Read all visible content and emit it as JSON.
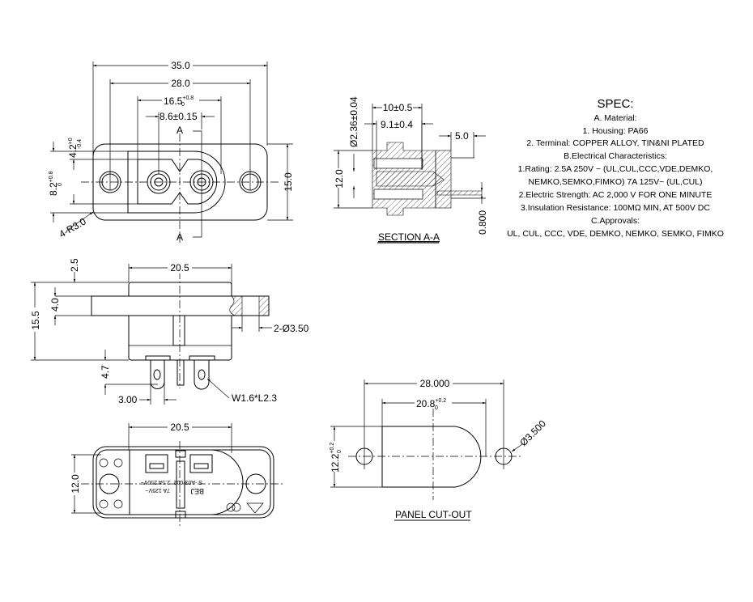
{
  "spec": {
    "title": "SPEC:",
    "lines": [
      "A. Material:",
      "1.  Housing: PA66",
      "2.  Terminal: COPPER ALLOY, TIN&NI  PLATED",
      "B.Electrical Characteristics:",
      "1.Rating:  2.5A 250V ~ (UL,CUL,CCC,VDE,DEMKO,",
      "NEMKO,SEMKO,FIMKO) 7A 125V~ (UL,CUL)",
      "2.Electric Strength: AC 2,000 V FOR ONE MINUTE",
      "3.Insulation Resistance: 100MΩ MIN, AT 500V DC",
      "C.Approvals:",
      "UL, CUL, CCC, VDE, DEMKO, NEMKO, SEMKO, FIMKO"
    ]
  },
  "front_view": {
    "dim_overall": "35.0",
    "dim_holes": "28.0",
    "dim_opening": "16.5",
    "dim_opening_tol_upper": "+0.8",
    "dim_opening_tol_lower": "0",
    "dim_pitch": "8.6±0.15",
    "dim_height": "15.0",
    "dim_small": "4.2",
    "dim_small_tol_upper": "+0",
    "dim_small_tol_lower": "-0.4",
    "dim_opening_h": "8.2",
    "dim_opening_h_tol_upper": "+0.8",
    "dim_opening_h_tol_lower": "0",
    "radius": "4-R3.0",
    "section_mark": "A"
  },
  "section": {
    "title": "SECTION A-A",
    "dim_depth": "10±0.5",
    "dim_pin": "9.1±0.4",
    "dim_back": "5.0",
    "dim_height": "12.0",
    "dim_pin_dia": "Ø2.36±0.04",
    "dim_thickness": "0.800"
  },
  "side_view": {
    "dim_width": "20.5",
    "dim_top": "2.5",
    "dim_flange": "4.0",
    "dim_height": "15.5",
    "dim_pin": "4.7",
    "dim_pitch": "3.00",
    "hole": "2-Ø3.50",
    "slot": "W1.6*L2.3"
  },
  "bottom_view": {
    "dim_width": "20.5",
    "dim_height": "12.0",
    "marking_1": "S  -A03-002",
    "marking_2": "2.5A 250V~",
    "marking_3": "7A 125V~",
    "marking_4": "BEJ"
  },
  "cutout": {
    "title": "PANEL CUT-OUT",
    "dim_holes": "28.000",
    "dim_width": "20.8",
    "dim_width_tol_upper": "+0.2",
    "dim_width_tol_lower": "0",
    "dim_height": "12.2",
    "dim_height_tol_upper": "+0.2",
    "dim_height_tol_lower": "0",
    "hole": "Ø3.500"
  }
}
